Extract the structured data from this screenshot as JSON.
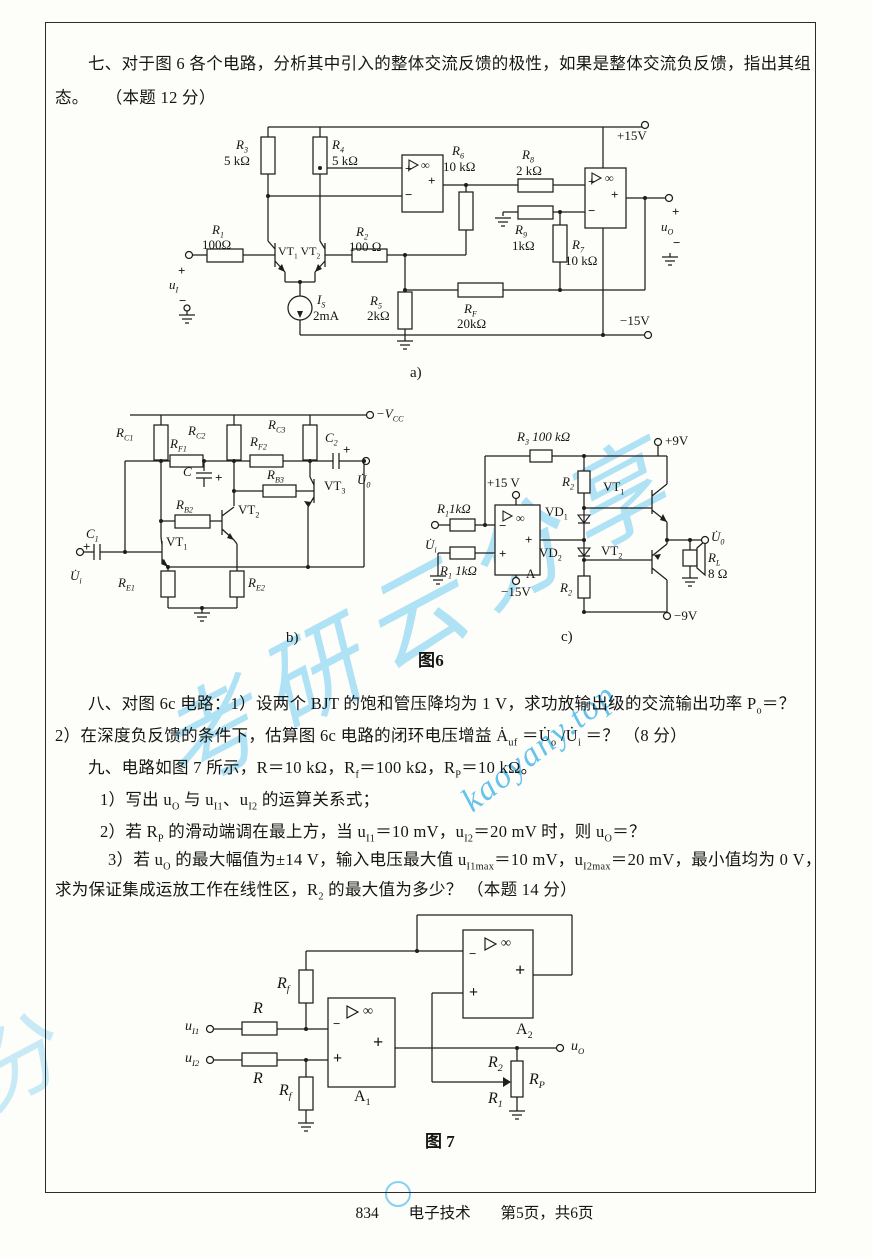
{
  "watermark": {
    "chars": [
      "考",
      "研",
      "云",
      "分",
      "享"
    ],
    "site": "kaoyany.top",
    "color": "#41b9e6"
  },
  "q7": {
    "l1": "七、对于图 6 各个电路，分析其中引入的整体交流反馈的极性，如果是整体交流负反馈，指出其组",
    "l2": "态。　　（本题 12 分）"
  },
  "fig6a": {
    "p15": "+15V",
    "m15": "−15V",
    "r3": "R_{3}",
    "r3v": "5 kΩ",
    "r4": "R_{4}",
    "r4v": "5 kΩ",
    "r6": "R_{6}",
    "r6v": "10 kΩ",
    "r8": "R_{8}",
    "r8v": "2 kΩ",
    "r9": "R_{9}",
    "r9v": "1kΩ",
    "r7": "R_{7}",
    "r7v": "10 kΩ",
    "r1": "R_{1}",
    "r1v": "100Ω",
    "r2": "R_{2}",
    "r2v": "100 Ω",
    "r5": "R_{5}",
    "r5v": "2kΩ",
    "rf": "R_{F}",
    "rfv": "20kΩ",
    "vt": "VT_{1}  VT_{2}",
    "is": "I_{S}",
    "isv": "2mA",
    "ui": "u_{I}",
    "uo": "u_{O}",
    "inf": "∞",
    "plus": "+",
    "minus": "−",
    "cap": "a)"
  },
  "fig6b": {
    "vcc": "−V_{CC}",
    "rc1": "R_{C1}",
    "rf1": "R_{F1}",
    "rc2": "R_{C2}",
    "rf2": "R_{F2}",
    "rc3": "R_{C3}",
    "c2": "C_{2}",
    "c": "C",
    "c1": "C_{1}",
    "rb3": "R_{B3}",
    "rb2": "R_{B2}",
    "vt1": "VT_{1}",
    "vt2": "VT_{2}",
    "vt3": "VT_{3}",
    "re1": "R_{E1}",
    "re2": "R_{E2}",
    "ui": "U̇_{i}",
    "uo": "U̇_{0}",
    "plus": "+",
    "cap": "b)"
  },
  "fig6c": {
    "r3": "R_{3}  100 kΩ",
    "p9": "+9V",
    "m9": "−9V",
    "p15": "+15 V",
    "m15": "−15V",
    "r1a": "R_{1}1kΩ",
    "r1b": "R_{1} 1kΩ",
    "r2": "R_{2}",
    "vd1": "VD_{1}",
    "vd2": "VD_{2}",
    "vt1": "VT_{1}",
    "vt2": "VT_{2}",
    "a": "A",
    "inf": "∞",
    "plus": "+",
    "minus": "−",
    "ui": "U̇_{i}",
    "uo": "U̇_{0}",
    "rl": "R_{L}",
    "rlv": "8 Ω",
    "cap": "c)"
  },
  "fig6_caption": "图6",
  "q8": {
    "l1": "八、对图 6c 电路：1）设两个 BJT 的饱和管压降均为 1 V，求功放输出级的交流输出功率 P_{o}＝？",
    "l2": "2）在深度负反馈的条件下，估算图 6c 电路的闭环电压增益 Ȧ_{uf} ＝U̇_{o} /U̇_{i} ＝？ （8 分）"
  },
  "q9": {
    "intro": "九、电路如图 7 所示，R＝10 kΩ，R_{f}＝100 kΩ，R_{P}＝10 kΩ。",
    "i1": "1）写出 u_{O} 与 u_{I1}、u_{I2} 的运算关系式；",
    "i2": "2）若 R_{P} 的滑动端调在最上方，当 u_{I1}＝10 mV，u_{I2}＝20 mV 时，则 u_{O}＝？",
    "i3a": "3）若 u_{O} 的最大幅值为±14 V，输入电压最大值 u_{I1max}＝10 mV，u_{I2max}＝20 mV，最小值均为 0 V，",
    "i3b": "求为保证集成运放工作在线性区，R_{2} 的最大值为多少？ （本题 14 分）"
  },
  "fig7": {
    "rf": "R_{f}",
    "r": "R",
    "ui1": "u_{I1}",
    "ui2": "u_{I2}",
    "uo": "u_{O}",
    "a1": "A_{1}",
    "a2": "A_{2}",
    "r2": "R_{2}",
    "rp": "R_{P}",
    "r1": "R_{1}",
    "inf": "∞",
    "plus": "+",
    "minus": "−",
    "cap": "图 7"
  },
  "footer": {
    "code": "834",
    "subject": "电子技术",
    "page": "第5页，共6页"
  }
}
